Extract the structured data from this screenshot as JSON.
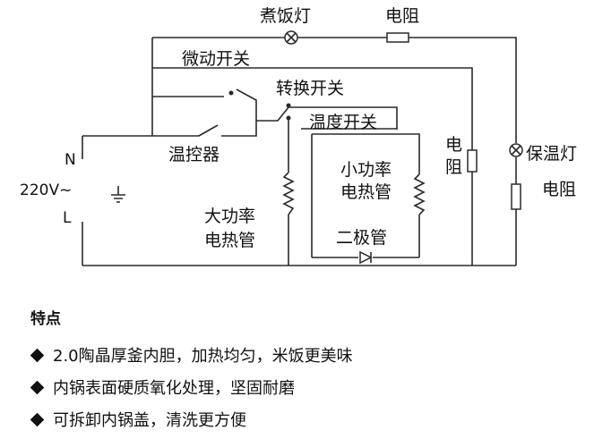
{
  "diagram": {
    "labels": {
      "cooking_lamp": "煮饭灯",
      "resistor_top": "电阻",
      "micro_switch": "微动开关",
      "transfer_switch": "转换开关",
      "temperature_switch": "温度开关",
      "thermostat": "温控器",
      "neutral": "N",
      "voltage": "220V~",
      "live": "L",
      "small_heater_line1": "小功率",
      "small_heater_line2": "电热管",
      "big_heater_line1": "大功率",
      "big_heater_line2": "电热管",
      "diode": "二极管",
      "resistor_mid_1": "电",
      "resistor_mid_2": "阻",
      "warm_lamp": "保温灯",
      "resistor_right": "电阻"
    }
  },
  "features": {
    "title": "特点",
    "items": [
      "2.0陶晶厚釜内胆，加热均匀，米饭更美味",
      "内锅表面硬质氧化处理，坚固耐磨",
      "可拆卸内锅盖，清洗更方便"
    ]
  }
}
